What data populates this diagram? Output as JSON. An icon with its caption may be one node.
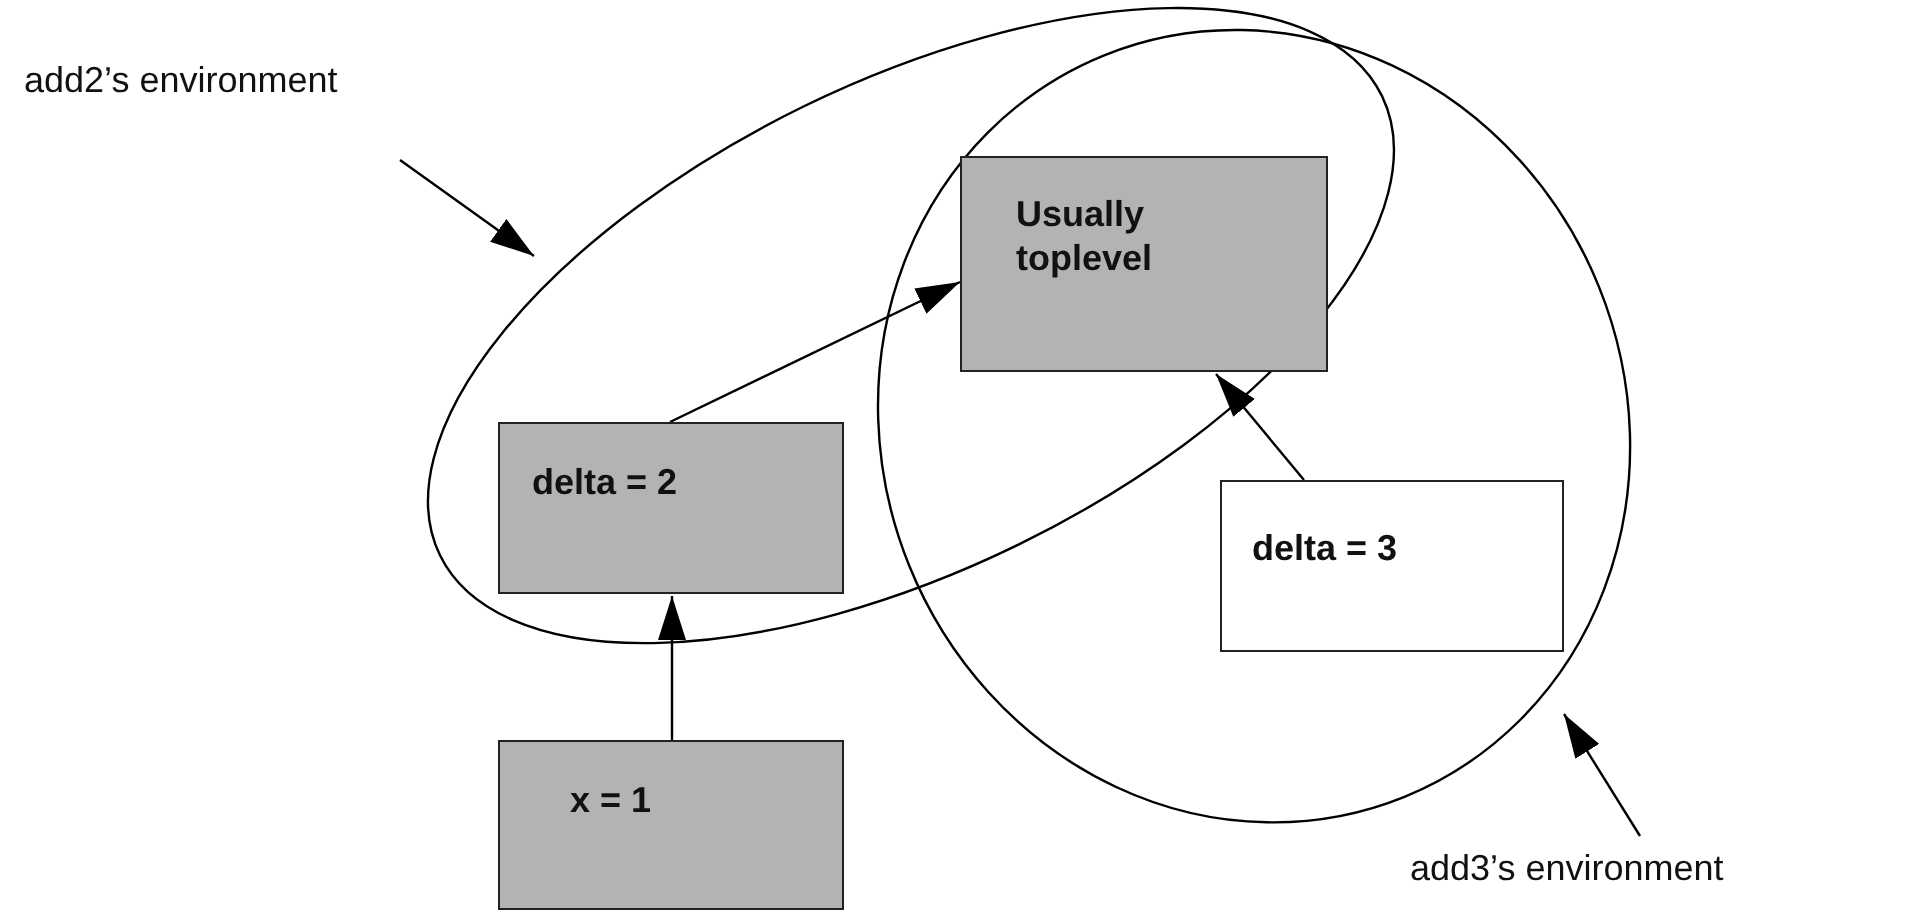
{
  "diagram": {
    "nodes": [
      {
        "text": [
          "add2’s environment"
        ]
      },
      {
        "text": [],
        "shape": "ellipse"
      },
      {
        "text": [],
        "shape": "ellipse"
      },
      {
        "text": [
          "Usually toplevel"
        ]
      },
      {
        "text": [
          "delta = 2"
        ],
        "in": 1
      },
      {
        "text": [
          "delta = 3"
        ],
        "in": 2
      },
      {
        "text": [
          "x = 1"
        ]
      },
      {
        "text": [
          "add3’s environment"
        ]
      }
    ],
    "edges": [
      {
        "from": 0,
        "to": 1,
        "arrow": "to"
      },
      {
        "from": 4,
        "to": 3,
        "arrow": "to"
      },
      {
        "from": 5,
        "to": 3,
        "arrow": "to"
      },
      {
        "from": 6,
        "to": 4,
        "arrow": "to"
      },
      {
        "from": 7,
        "to": 2,
        "arrow": "to"
      }
    ]
  }
}
